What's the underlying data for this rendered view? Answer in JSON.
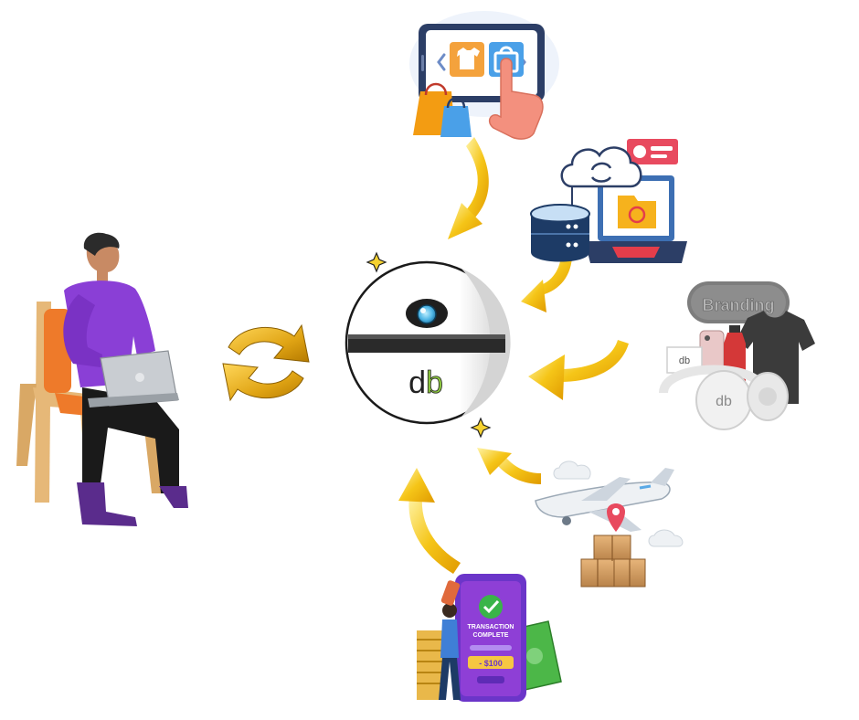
{
  "logo": {
    "text": "db",
    "letter_color": "#222222",
    "accent_color": "#8cc63f"
  },
  "branding": {
    "label": "Branding"
  },
  "payment": {
    "headline_line1": "TRANSACTION",
    "headline_line2": "COMPLETE",
    "amount": "- $100"
  },
  "nodes": [
    {
      "id": "ecommerce-store",
      "icon": "tablet-shop-icon"
    },
    {
      "id": "cloud-data-sync",
      "icon": "server-laptop-icon"
    },
    {
      "id": "branded-merchandise",
      "icon": "merch-icon"
    },
    {
      "id": "shipping-delivery",
      "icon": "airplane-boxes-icon"
    },
    {
      "id": "payment-complete",
      "icon": "phone-payment-icon"
    },
    {
      "id": "customer",
      "icon": "person-laptop-icon"
    }
  ],
  "colors": {
    "arrow_yellow": "#f5c518",
    "arrow_orange": "#e0a000",
    "purple": "#8e3fd6",
    "tablet_dark": "#2c3e66"
  }
}
